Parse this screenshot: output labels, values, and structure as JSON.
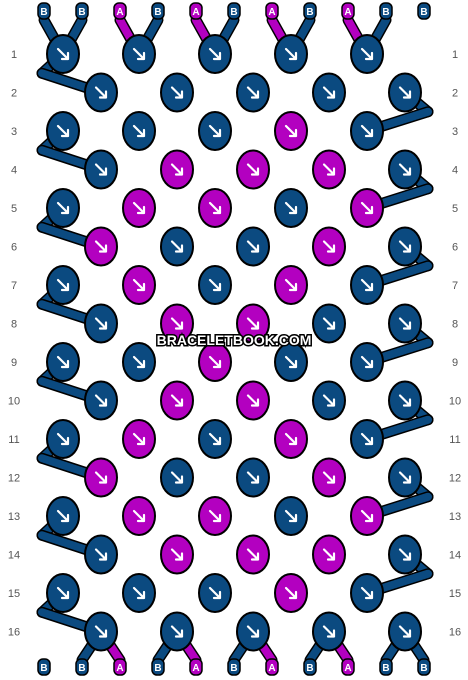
{
  "watermark": "BRACELETBOOK.COM",
  "colors": {
    "B": "#0b4a80",
    "A": "#b300c0"
  },
  "threads_top": [
    "B",
    "B",
    "A",
    "B",
    "A",
    "B",
    "A",
    "B",
    "A",
    "B",
    "B"
  ],
  "threads_bottom": [
    "B",
    "B",
    "A",
    "B",
    "A",
    "B",
    "A",
    "B",
    "A",
    "B",
    "B"
  ],
  "row_numbers": [
    "1",
    "2",
    "3",
    "4",
    "5",
    "6",
    "7",
    "8",
    "9",
    "10",
    "11",
    "12",
    "13",
    "14",
    "15",
    "16"
  ],
  "knot_rows": [
    [
      "B",
      "B",
      "B",
      "B",
      "B"
    ],
    [
      "B",
      "B",
      "B",
      "B",
      "B"
    ],
    [
      "B",
      "B",
      "B",
      "A",
      "B"
    ],
    [
      "B",
      "A",
      "A",
      "A",
      "B"
    ],
    [
      "B",
      "A",
      "A",
      "B",
      "A"
    ],
    [
      "A",
      "B",
      "B",
      "A",
      "B"
    ],
    [
      "B",
      "A",
      "B",
      "A",
      "B"
    ],
    [
      "B",
      "A",
      "A",
      "B",
      "B"
    ],
    [
      "B",
      "B",
      "A",
      "B",
      "B"
    ],
    [
      "B",
      "A",
      "A",
      "B",
      "B"
    ],
    [
      "B",
      "A",
      "B",
      "A",
      "B"
    ],
    [
      "A",
      "B",
      "B",
      "A",
      "B"
    ],
    [
      "B",
      "A",
      "A",
      "B",
      "A"
    ],
    [
      "B",
      "A",
      "A",
      "A",
      "B"
    ],
    [
      "B",
      "B",
      "B",
      "A",
      "B"
    ],
    [
      "B",
      "B",
      "B",
      "B",
      "B"
    ]
  ]
}
